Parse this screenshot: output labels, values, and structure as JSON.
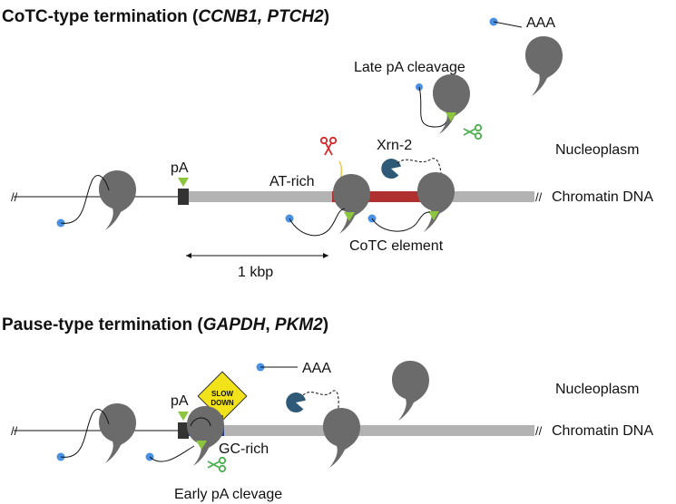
{
  "panel_top": {
    "title_prefix": "CoTC-type termination (",
    "gene1": "CCNB1,",
    "gene2": "PTCH2",
    "title_suffix": ")",
    "labels": {
      "aaa": "AAA",
      "late_pa": "Late pA cleavage",
      "nucleoplasm": "Nucleoplasm",
      "xrn2": "Xrn-2",
      "pa": "pA",
      "at_rich": "AT-rich",
      "chromatin": "Chromatin DNA",
      "cotc": "CoTC element",
      "scale": "1 kbp"
    }
  },
  "panel_bottom": {
    "title_prefix": "Pause-type termination (",
    "gene1": "GAPDH",
    "sep": ", ",
    "gene2": "PKM2",
    "title_suffix": ")",
    "labels": {
      "aaa": "AAA",
      "slow": "SLOW",
      "down": "DOWN",
      "nucleoplasm": "Nucleoplasm",
      "pa": "pA",
      "chromatin": "Chromatin DNA",
      "gc_rich": "GC-rich",
      "early_pa": "Early pA clevage"
    }
  },
  "colors": {
    "polymerase": "#6b6b6b",
    "dna": "#b3b3b3",
    "cotc_region": "#b03030",
    "pause_region": "#1f3a8a",
    "cap": "#4a90e2",
    "cleavage_marker": "#8cc63f",
    "scissors_red": "#d9262a",
    "scissors_green": "#4caf50",
    "xrn2": "#2e5a78",
    "sign": "#f2e21a"
  }
}
